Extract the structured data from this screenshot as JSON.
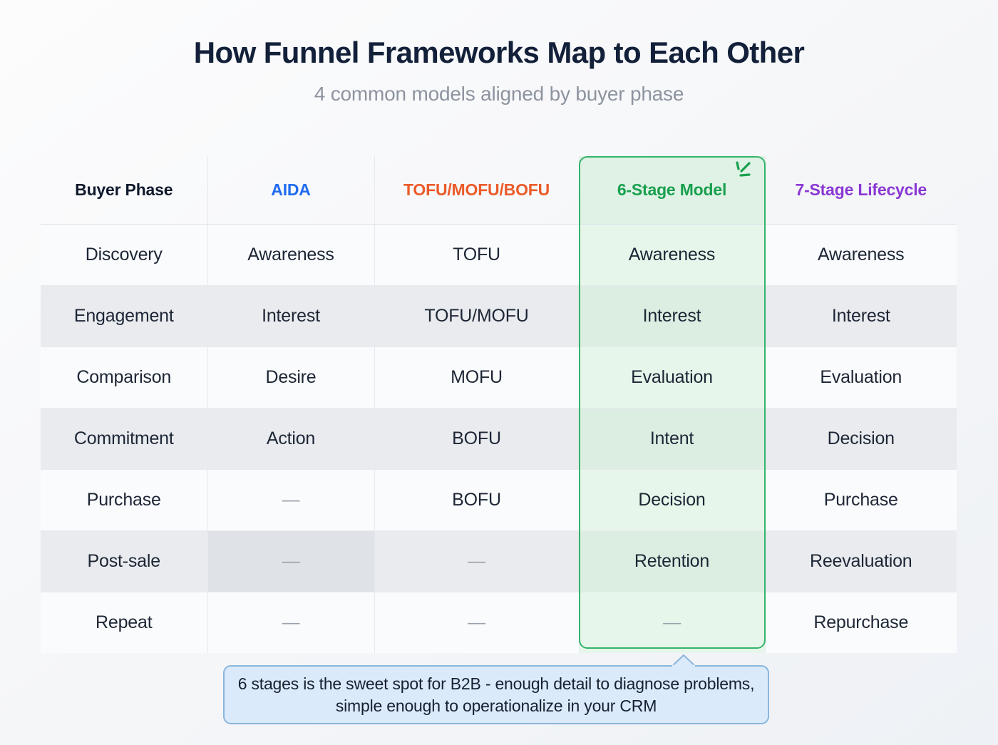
{
  "header": {
    "title": "How Funnel Frameworks Map to Each Other",
    "subtitle": "4 common models aligned by buyer phase"
  },
  "colors": {
    "title": "#13203a",
    "subtitle": "#8d949f",
    "aida": "#1f6bf0",
    "tofu": "#eb5b2a",
    "six_stage": "#19a04e",
    "seven_stage": "#8a38d4",
    "highlight_border": "#34b46a",
    "highlight_fill": "#e7f6ea",
    "callout_bg": "#dbeafb",
    "callout_border": "#8ab6dd"
  },
  "table": {
    "highlighted_column_index": 3,
    "columns": [
      {
        "label": "Buyer Phase",
        "accent": "#10192c"
      },
      {
        "label": "AIDA",
        "accent": "#1f6bf0"
      },
      {
        "label": "TOFU/MOFU/BOFU",
        "accent": "#eb5b2a"
      },
      {
        "label": "6-Stage Model",
        "accent": "#19a04e"
      },
      {
        "label": "7-Stage Lifecycle",
        "accent": "#8a38d4"
      }
    ],
    "rows": [
      {
        "cells": [
          "Discovery",
          "Awareness",
          "TOFU",
          "Awareness",
          "Awareness"
        ]
      },
      {
        "cells": [
          "Engagement",
          "Interest",
          "TOFU/MOFU",
          "Interest",
          "Interest"
        ]
      },
      {
        "cells": [
          "Comparison",
          "Desire",
          "MOFU",
          "Evaluation",
          "Evaluation"
        ]
      },
      {
        "cells": [
          "Commitment",
          "Action",
          "BOFU",
          "Intent",
          "Decision"
        ]
      },
      {
        "cells": [
          "Purchase",
          "—",
          "BOFU",
          "Decision",
          "Purchase"
        ]
      },
      {
        "cells": [
          "Post-sale",
          "—",
          "—",
          "Retention",
          "Reevaluation"
        ]
      },
      {
        "cells": [
          "Repeat",
          "—",
          "—",
          "—",
          "Repurchase"
        ]
      }
    ]
  },
  "callout": {
    "text": "6 stages is the sweet spot for B2B - enough detail to diagnose problems, simple enough to operationalize in your CRM"
  },
  "icons": {
    "sparkle": "sparkle-icon",
    "callout_pointer": "callout-arrow-icon"
  }
}
